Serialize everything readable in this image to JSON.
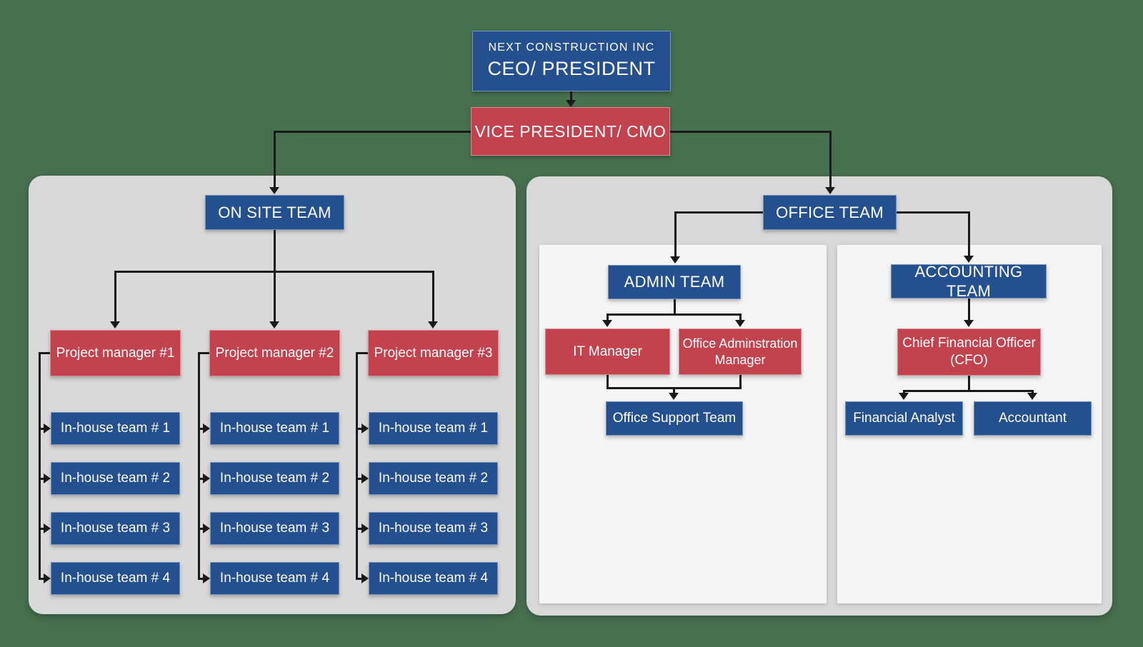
{
  "colors": {
    "background": "#47704F",
    "panel": "#D9D9D9",
    "subpanel": "#F5F5F6",
    "node_blue": "#24508F",
    "node_red": "#C2424D",
    "connector": "#1A1A1A",
    "text": "#FFFFFF"
  },
  "org": {
    "ceo": {
      "company": "NEXT CONSTRUCTION INC",
      "title": "CEO/ PRESIDENT"
    },
    "vp": {
      "label": "VICE PRESIDENT/ CMO"
    },
    "onsite_team": {
      "label": "ON SITE TEAM",
      "columns": [
        {
          "manager": "Project manager #1",
          "teams": [
            "In-house team # 1",
            "In-house team # 2",
            "In-house team # 3",
            "In-house team # 4"
          ]
        },
        {
          "manager": "Project manager #2",
          "teams": [
            "In-house team # 1",
            "In-house team # 2",
            "In-house team # 3",
            "In-house team # 4"
          ]
        },
        {
          "manager": "Project manager #3",
          "teams": [
            "In-house team # 1",
            "In-house team # 2",
            "In-house team # 3",
            "In-house team # 4"
          ]
        }
      ]
    },
    "office_team": {
      "label": "OFFICE TEAM",
      "admin_team": {
        "label": "ADMIN TEAM",
        "it_manager": "IT Manager",
        "office_administration_manager": "Office Adminstration Manager",
        "office_support_team": "Office Support Team"
      },
      "accounting_team": {
        "label": "ACCOUNTING TEAM",
        "cfo": "Chief Financial Officer (CFO)",
        "financial_analyst": "Financial Analyst",
        "accountant": "Accountant"
      }
    }
  }
}
